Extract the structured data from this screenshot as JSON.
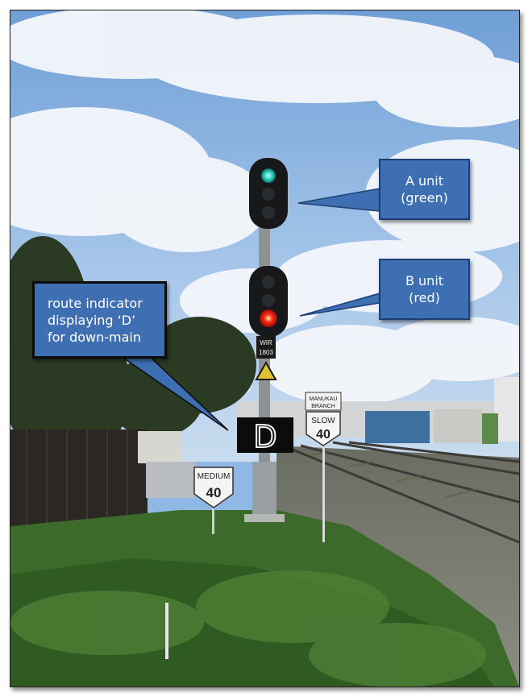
{
  "image": {
    "description_colors": {
      "sky": "#8fb8e4",
      "callout_fill": "#3f6fb3",
      "green_lamp": "#35d8c4",
      "red_lamp": "#ff2a1a"
    }
  },
  "callouts": {
    "a_unit": {
      "line1": "A unit",
      "line2": "(green)"
    },
    "b_unit": {
      "line1": "B unit",
      "line2": "(red)"
    },
    "route": {
      "line1": "route indicator",
      "line2": "displaying ‘D’",
      "line3": "for down-main"
    }
  },
  "signs": {
    "signal_plate": {
      "line1": "WIR",
      "line2": "1803"
    },
    "route_indicator_letter": "D",
    "medium": {
      "word": "MEDIUM",
      "speed": "40"
    },
    "branch": {
      "line1": "MANUKAU",
      "line2": "BRANCH"
    },
    "slow": {
      "word": "SLOW",
      "speed": "40"
    }
  }
}
